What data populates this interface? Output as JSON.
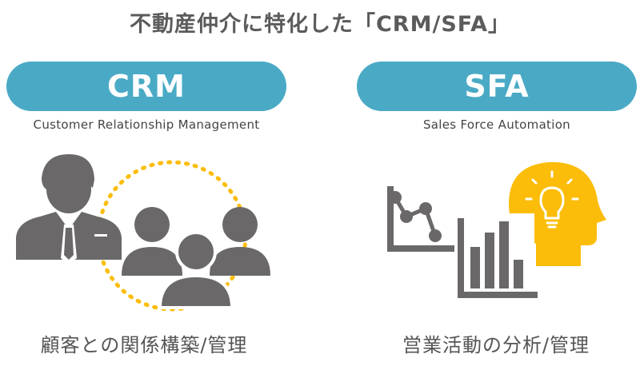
{
  "title": "不動産仲介に特化した「CRM/SFA」",
  "crm": {
    "label": "CRM",
    "subtitle": "Customer Relationship Management",
    "caption": "顧客との関係構築/管理"
  },
  "sfa": {
    "label": "SFA",
    "subtitle": "Sales Force Automation",
    "caption": "営業活動の分析/管理"
  },
  "colors": {
    "accent": "#4aaac6",
    "icon_gray": "#6b6869",
    "highlight": "#fbbd0a",
    "text": "#5b5b5b"
  },
  "icons": [
    "businessman-icon",
    "customers-group-icon",
    "line-chart-icon",
    "bar-chart-icon",
    "head-lightbulb-icon"
  ]
}
